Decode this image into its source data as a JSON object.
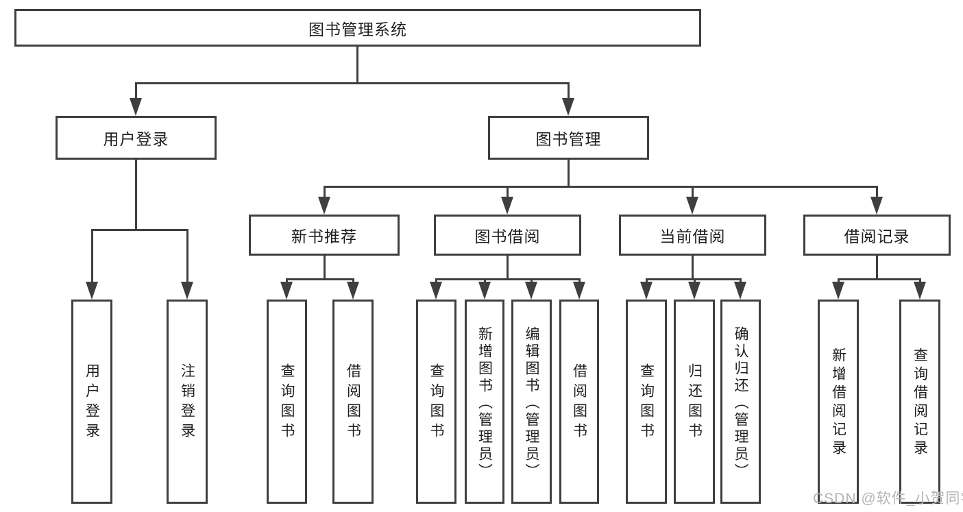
{
  "title": "图书管理系统",
  "colors": {
    "line": "#3f3f3f",
    "text": "#1f1f1f",
    "watermark": "#b3b3b3",
    "background": "#ffffff"
  },
  "tree": {
    "label": "图书管理系统",
    "children": [
      {
        "label": "用户登录",
        "children": [
          {
            "label": "用户登录"
          },
          {
            "label": "注销登录"
          }
        ]
      },
      {
        "label": "图书管理",
        "children": [
          {
            "label": "新书推荐",
            "children": [
              {
                "label": "查询图书"
              },
              {
                "label": "借阅图书"
              }
            ]
          },
          {
            "label": "图书借阅",
            "children": [
              {
                "label": "查询图书"
              },
              {
                "label": "新增图书（管理员）"
              },
              {
                "label": "编辑图书（管理员）"
              },
              {
                "label": "借阅图书"
              }
            ]
          },
          {
            "label": "当前借阅",
            "children": [
              {
                "label": "查询图书"
              },
              {
                "label": "归还图书"
              },
              {
                "label": "确认归还（管理员）"
              }
            ]
          },
          {
            "label": "借阅记录",
            "children": [
              {
                "label": "新增借阅记录"
              },
              {
                "label": "查询借阅记录"
              }
            ]
          }
        ]
      }
    ]
  },
  "watermark": {
    "text": "CSDN @软件_小贺同学"
  }
}
